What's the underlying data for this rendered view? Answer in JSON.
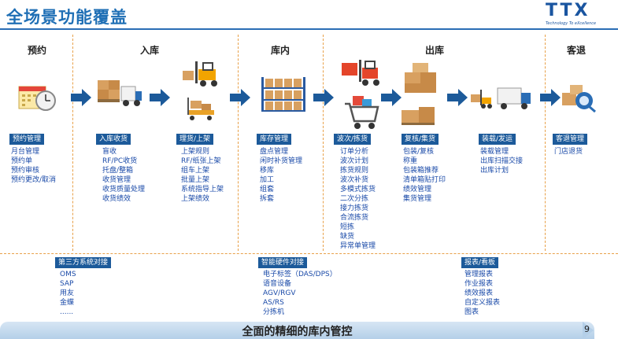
{
  "header": {
    "title": "全场景功能覆盖"
  },
  "logo": {
    "letters": "TTX",
    "tagline": "Technology To eXcellence"
  },
  "stages": [
    "预约",
    "入库",
    "库内",
    "出库",
    "客退"
  ],
  "modules": [
    {
      "label": "预约管理",
      "items": [
        "月台管理",
        "预约单",
        "预约审核",
        "预约更改/取消"
      ]
    },
    {
      "label": "入库收货",
      "items": [
        "盲收",
        "RF/PC收货",
        "托盘/整箱",
        "收货管理",
        "收货质量处理",
        "收货绩效"
      ]
    },
    {
      "label": "理货/上架",
      "items": [
        "上架规则",
        "RF/纸张上架",
        "组车上架",
        "批量上架",
        "系统指导上架",
        "上架绩效"
      ]
    },
    {
      "label": "库存管理",
      "items": [
        "盘点管理",
        "闲时补货管理",
        "移库",
        "加工",
        "组套",
        "拆套"
      ]
    },
    {
      "label": "波次/拣货",
      "items": [
        "订单分析",
        "波次计划",
        "拣货规则",
        "波次补货",
        "多模式拣货",
        "二次分拣",
        "接力拣货",
        "合流拣货",
        "短拣",
        "缺货",
        "异常单管理"
      ]
    },
    {
      "label": "复核/集货",
      "items": [
        "包装/复核",
        "称重",
        "包装箱推荐",
        "清单箱贴打印",
        "绩效管理",
        "集货管理"
      ]
    },
    {
      "label": "装载/发运",
      "items": [
        "装载管理",
        "出库扫描交接",
        "出库计划"
      ]
    },
    {
      "label": "客退管理",
      "items": [
        "门店退货"
      ]
    }
  ],
  "bottom_sections": [
    {
      "label": "第三方系统对接",
      "items": [
        "OMS",
        "SAP",
        "用友",
        "金蝶",
        "......"
      ]
    },
    {
      "label": "智能硬件对接",
      "items": [
        "电子标签（DAS/DPS）",
        "语音设备",
        "AGV/RGV",
        "AS/RS",
        "分拣机",
        "......"
      ]
    },
    {
      "label": "报表/看板",
      "items": [
        "管理报表",
        "作业报表",
        "绩效报表",
        "自定义报表",
        "图表"
      ]
    }
  ],
  "footer": {
    "text": "全面的精细的库内管控",
    "page": "9"
  },
  "colors": {
    "title": "#1f6fb5",
    "badge": "#1c5a9a",
    "item_text": "#1a4aa8",
    "arrow": "#1c5a9a",
    "divider": "#e8a048"
  },
  "icons": [
    "calendar-clock-icon",
    "delivery-truck-icon",
    "forklift-icon",
    "pallet-cart-icon",
    "warehouse-shelf-icon",
    "picking-cart-icon",
    "box-stack-icon",
    "truck-loading-icon",
    "returns-search-icon",
    "flow-arrow-icon"
  ]
}
